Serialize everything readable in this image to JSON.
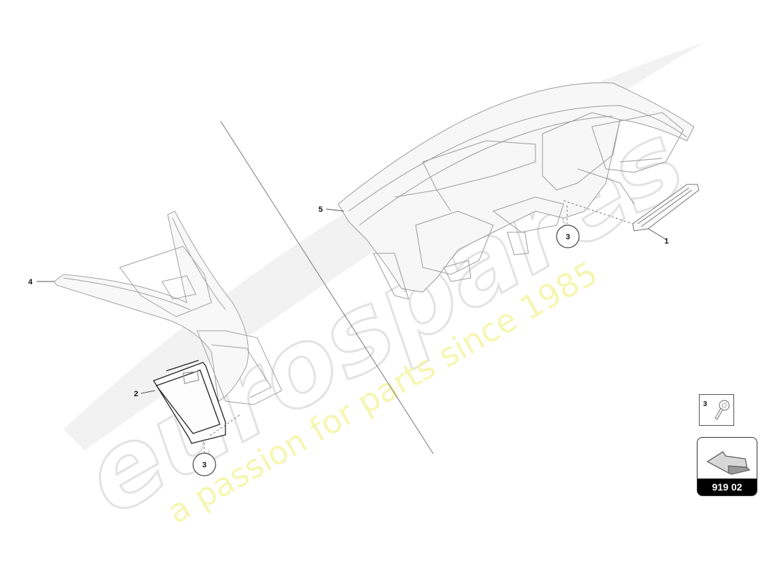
{
  "watermark": {
    "brand": "eurospares",
    "tagline": "a passion for parts since 1985"
  },
  "callouts": {
    "part_1": "1",
    "part_2": "2",
    "part_3a": "3",
    "part_3b": "3",
    "part_4": "4",
    "part_5": "5"
  },
  "legend": {
    "screw_item_number": "3",
    "screw_icon": "screw-icon"
  },
  "page_reference": {
    "label": "919 02",
    "icon": "arrow-icon"
  },
  "colors": {
    "line": "#555555",
    "watermark": "#e6e6e6",
    "watermark_tagline": "#f5f5a0"
  }
}
